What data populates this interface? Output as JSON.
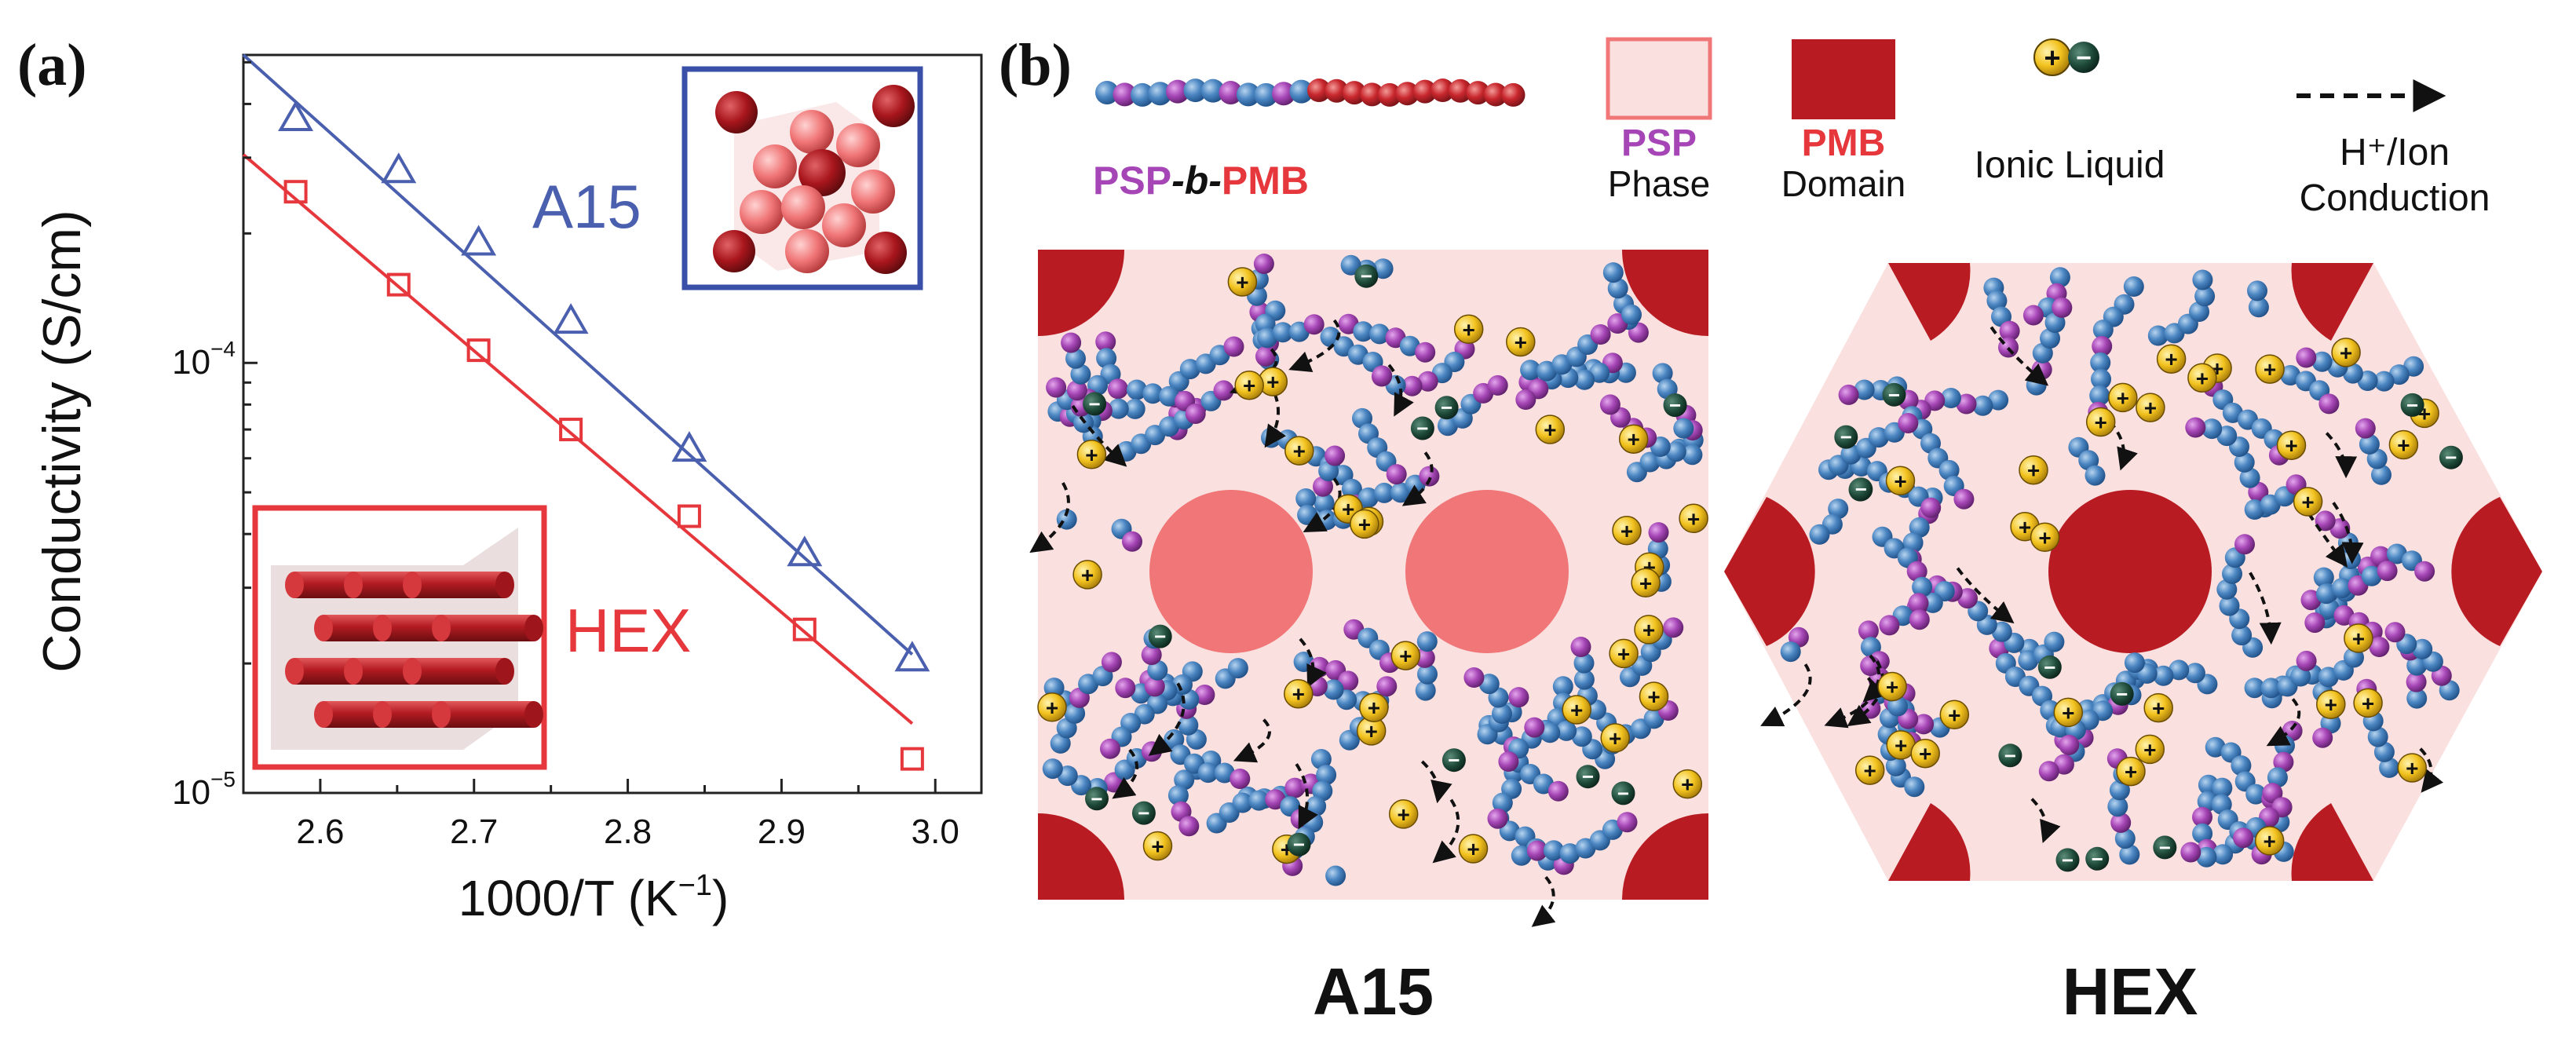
{
  "panels": {
    "a_label": "(a)",
    "b_label": "(b)"
  },
  "chart_data": {
    "type": "scatter",
    "xlabel": "1000/T (K⁻¹)",
    "xlabel_main": "1000/T (K",
    "xlabel_sup": "−1",
    "xlabel_close": ")",
    "ylabel": "Conductivity (S/cm)",
    "xlim": [
      2.55,
      3.03
    ],
    "ylim": [
      1e-05,
      0.00052
    ],
    "yscale": "log",
    "grid": false,
    "x_ticks": [
      2.6,
      2.7,
      2.8,
      2.9,
      3.0
    ],
    "x_tick_labels": [
      "2.6",
      "2.7",
      "2.8",
      "2.9",
      "3.0"
    ],
    "y_ticks": [
      {
        "value": 1e-05,
        "base": "10",
        "exp": "−5"
      },
      {
        "value": 0.0001,
        "base": "10",
        "exp": "−4"
      }
    ],
    "series": [
      {
        "name": "A15",
        "color": "#4a5fae",
        "marker": "triangle",
        "x": [
          2.584,
          2.651,
          2.703,
          2.763,
          2.84,
          2.915,
          2.985
        ],
        "y": [
          0.00037,
          0.00028,
          0.00019,
          0.000125,
          6.3e-05,
          3.6e-05,
          2.05e-05
        ],
        "fit": {
          "x": [
            2.55,
            2.985
          ],
          "y": [
            0.00052,
            2.1e-05
          ]
        }
      },
      {
        "name": "HEX",
        "color": "#e5373c",
        "marker": "square",
        "x": [
          2.584,
          2.651,
          2.703,
          2.763,
          2.84,
          2.915,
          2.985
        ],
        "y": [
          0.00025,
          0.000152,
          0.000107,
          7e-05,
          4.4e-05,
          2.4e-05,
          1.2e-05
        ],
        "fit": {
          "x": [
            2.55,
            2.985
          ],
          "y": [
            0.000305,
            1.45e-05
          ]
        }
      }
    ]
  },
  "legend_b": {
    "copolymer_left": "PSP",
    "copolymer_mid": "-b-",
    "copolymer_right": "PMB",
    "psp_phase_top": "PSP",
    "psp_phase_bottom": "Phase",
    "pmb_domain_top": "PMB",
    "pmb_domain_bottom": "Domain",
    "ionic_liquid": "Ionic Liquid",
    "conduction_top": "H⁺/Ion",
    "conduction_bottom": "Conduction",
    "plus": "+",
    "minus": "−"
  },
  "schematics": {
    "a15_caption": "A15",
    "hex_caption": "HEX"
  },
  "colors": {
    "psp_purple": "#a646b6",
    "pmb_red": "#e5373c",
    "pmb_dark": "#b81c22",
    "phase_fill": "#fbe0e0",
    "a15_sphere": "#f07677",
    "bead_blue": "#4b86c2",
    "cation_yellow": "#f2c21e",
    "anion_green": "#1e4a3a"
  }
}
